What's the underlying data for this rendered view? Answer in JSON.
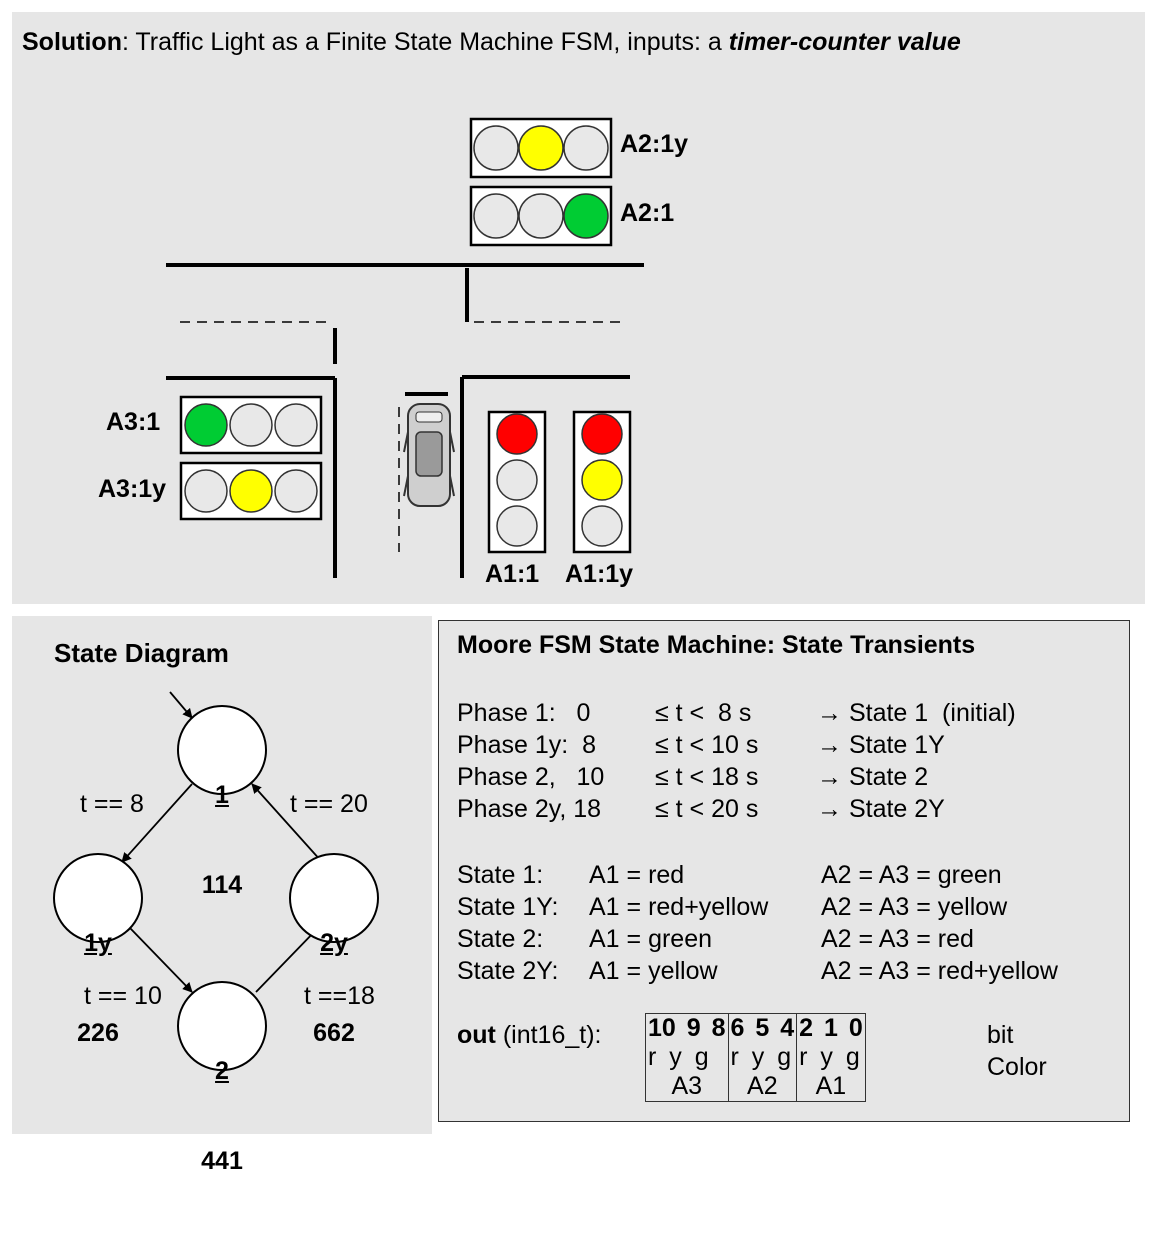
{
  "title": {
    "bold_prefix": "Solution",
    "text": ": Traffic Light as a Finite State Machine FSM, inputs: a ",
    "emphasis": "timer-counter value"
  },
  "traffic_lights": {
    "a2_1y": "A2:1y",
    "a2_1": "A2:1",
    "a3_1": "A3:1",
    "a3_1y": "A3:1y",
    "a1_1": "A1:1",
    "a1_1y": "A1:1y"
  },
  "colors": {
    "panel_bg": "#e6e6e6",
    "light_off": "#e8e8e8",
    "red": "#ff0000",
    "yellow": "#ffff00",
    "green": "#00cc33"
  },
  "state_diagram": {
    "title": "State Diagram",
    "nodes": [
      {
        "id": "s1",
        "name": "1",
        "value": "114"
      },
      {
        "id": "s1y",
        "name": "1y",
        "value": "226"
      },
      {
        "id": "s2",
        "name": "2",
        "value": "441"
      },
      {
        "id": "s2y",
        "name": "2y",
        "value": "662"
      }
    ],
    "edges": [
      {
        "from": "s1",
        "to": "s1y",
        "label": "t == 8"
      },
      {
        "from": "s1y",
        "to": "s2",
        "label": "t == 10"
      },
      {
        "from": "s2",
        "to": "s2y",
        "label": "t ==18"
      },
      {
        "from": "s2y",
        "to": "s1",
        "label": "t == 20"
      }
    ]
  },
  "transients": {
    "title": "Moore FSM State Machine: State Transients",
    "phases": [
      {
        "phase": "Phase 1:   0",
        "range": "≤ t <  8 s",
        "state": "→ State 1  (initial)"
      },
      {
        "phase": "Phase 1y:  8",
        "range": "≤ t < 10 s",
        "state": "→ State 1Y"
      },
      {
        "phase": "Phase 2,   10",
        "range": "≤ t < 18 s",
        "state": "→ State 2"
      },
      {
        "phase": "Phase 2y, 18",
        "range": "≤ t < 20 s",
        "state": "→ State 2Y"
      }
    ],
    "states": [
      {
        "state": "State 1:",
        "a1": "A1 = red",
        "a23": "A2 = A3 = green"
      },
      {
        "state": "State 1Y:",
        "a1": "A1 = red+yellow",
        "a23": "A2 = A3 = yellow"
      },
      {
        "state": "State 2:",
        "a1": "A1 = green",
        "a23": "A2 = A3 = red"
      },
      {
        "state": "State 2Y:",
        "a1": "A1 = yellow",
        "a23": "A2 = A3 = red+yellow"
      }
    ],
    "out": {
      "label_bold": "out",
      "label_rest": " (int16_t):",
      "groups": [
        {
          "bits": "10 9  8",
          "colors": "r  y  g",
          "name": "A3"
        },
        {
          "bits": "6  5  4",
          "colors": "r  y  g",
          "name": "A2"
        },
        {
          "bits": "2  1  0",
          "colors": "r  y  g",
          "name": "A1"
        }
      ],
      "bit_label": "bit",
      "color_label": "Color"
    }
  }
}
